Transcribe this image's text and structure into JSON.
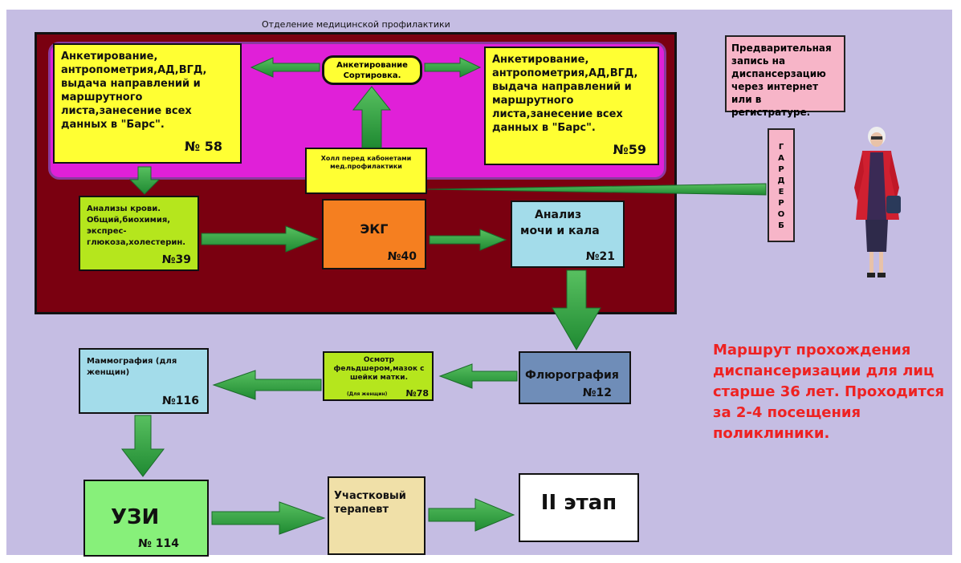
{
  "diagram": {
    "dept_title": "Отделение медицинской профилактики",
    "sorting": {
      "line1": "Анкетирование",
      "line2": "Сортировка."
    },
    "hall": "Холл перед кабонетами мед.профилактики",
    "room58": {
      "text": "Анкетирование, антропометрия,АД,ВГД, выдача направлений и маршрутного листа,занесение всех данных в \"Барс\".",
      "num": "№ 58"
    },
    "room59": {
      "text": "Анкетирование, антропометрия,АД,ВГД, выдача направлений и маршрутного листа,занесение всех данных в \"Барс\".",
      "num": "№59"
    },
    "blood": {
      "text": "Анализы крови. Общий,биохимия, экспрес-глюкоза,холестерин.",
      "num": "№39"
    },
    "ekg": {
      "title": "ЭКГ",
      "num": "№40"
    },
    "urine": {
      "line1": "Анализ",
      "line2": "мочи и кала",
      "num": "№21"
    },
    "flu": {
      "title": "Флюрография",
      "num": "№12"
    },
    "exam": {
      "text": "Осмотр фельдшером,мазок с шейки матки.",
      "note": "(Для женщин)",
      "num": "№78"
    },
    "mammo": {
      "text": "Маммография (для женщин)",
      "num": "№116"
    },
    "uzi": {
      "title": "УЗИ",
      "num": "№ 114"
    },
    "therapist": {
      "text": "Участковый терапевт"
    },
    "stage2": {
      "title": "II этап"
    },
    "wardrobe": [
      "Г",
      "А",
      "Р",
      "Д",
      "Е",
      "Р",
      "О",
      "Б"
    ],
    "prereg": "Предварительная запись на диспансерзацию через интернет или в регистратуре.",
    "route_note": "Маршрут прохождения диспансеризации для лиц старше 36 лет. Проходится за 2-4 посещения поликлиники."
  },
  "colors": {
    "background": "#c5bde3",
    "department": "#7a0010",
    "inner_area": "#e020d8",
    "yellow": "#ffff33",
    "lime": "#b5e61d",
    "orange": "#f57f20",
    "light_blue": "#a3dcea",
    "steel_blue": "#6f8db8",
    "light_green": "#87f07a",
    "beige": "#f0e0a8",
    "pink": "#f7b5c8",
    "arrow_green": "#2a9a38",
    "route_red": "#ee2222"
  }
}
